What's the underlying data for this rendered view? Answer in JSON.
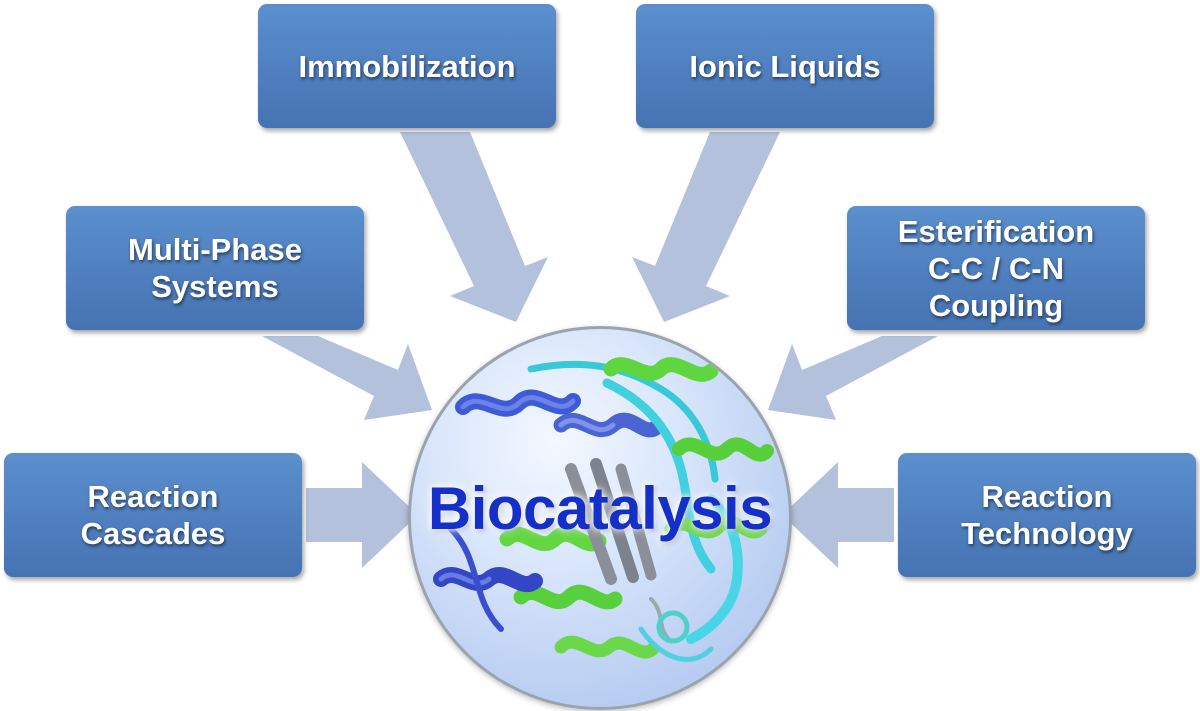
{
  "diagram": {
    "center": {
      "label": "Biocatalysis"
    },
    "topics": {
      "immobilization": "Immobilization",
      "ionic_liquids": "Ionic Liquids",
      "multi_phase": "Multi-Phase\nSystems",
      "esterification": "Esterification\nC-C / C-N\nCoupling",
      "reaction_cascades": "Reaction\nCascades",
      "reaction_technology": "Reaction\nTechnology"
    }
  },
  "colors": {
    "box_fill": "#4f7fbf",
    "box_text": "#ffffff",
    "arrow_fill": "#b3c1dc",
    "center_text": "#1430c8",
    "circle_fill": "#c9daf6"
  }
}
